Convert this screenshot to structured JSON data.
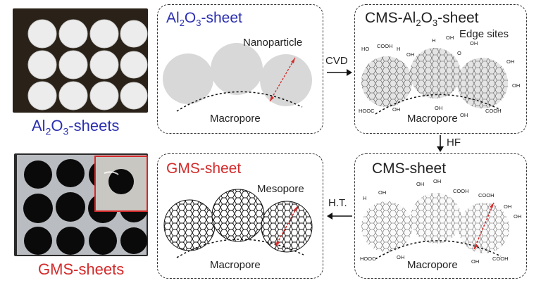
{
  "photos": {
    "top_caption": {
      "pre": "Al",
      "sub1": "2",
      "mid": "O",
      "sub2": "3",
      "post": "-sheets"
    },
    "bottom_caption": "GMS-sheets"
  },
  "panels": {
    "al2o3": {
      "title": {
        "pre": "Al",
        "sub1": "2",
        "mid": "O",
        "sub2": "3",
        "post": "-sheet"
      },
      "nanoparticle": "Nanoparticle",
      "macropore": "Macropore"
    },
    "cms_al2o3": {
      "title": {
        "pre": "CMS-Al",
        "sub1": "2",
        "mid": "O",
        "sub2": "3",
        "post": "-sheet"
      },
      "edge_sites": "Edge sites",
      "macropore": "Macropore"
    },
    "cms": {
      "title": "CMS-sheet",
      "macropore": "Macropore"
    },
    "gms": {
      "title": "GMS-sheet",
      "mesopore": "Mesopore",
      "macropore": "Macropore"
    }
  },
  "arrows": {
    "cvd": "CVD",
    "hf": "HF",
    "ht": "H.T."
  },
  "groups": {
    "ho": "HO",
    "cooh": "COOH",
    "h": "H",
    "oh": "OH",
    "o": "O",
    "hooc": "HOOC"
  },
  "colors": {
    "blue": "#2b2fb0",
    "red": "#d42a2a",
    "sheet_white": "#ececec",
    "sheet_black": "#0a0a0a",
    "tray_dark": "#2a2218",
    "tray_grey": "#b9bcc0"
  }
}
